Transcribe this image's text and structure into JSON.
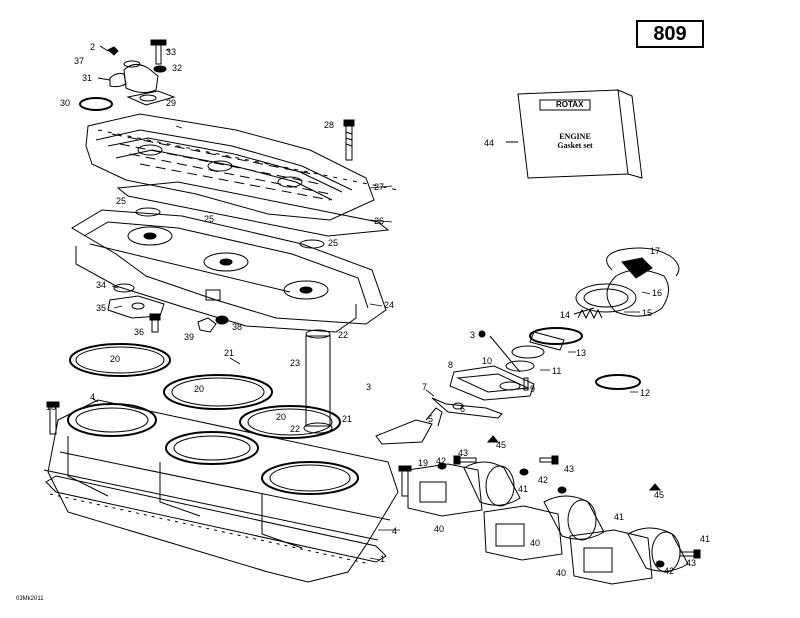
{
  "page_number": "809",
  "footer_code": "03Mk2011",
  "gasket_set": {
    "brand": "ROTAX",
    "line1": "ENGINE",
    "line2": "Gasket set"
  },
  "part_labels": [
    {
      "id": "p2",
      "text": "2"
    },
    {
      "id": "p33",
      "text": "33"
    },
    {
      "id": "p37",
      "text": "37"
    },
    {
      "id": "p32",
      "text": "32"
    },
    {
      "id": "p31",
      "text": "31"
    },
    {
      "id": "p30",
      "text": "30"
    },
    {
      "id": "p29",
      "text": "29"
    },
    {
      "id": "p28",
      "text": "28"
    },
    {
      "id": "p27",
      "text": "27"
    },
    {
      "id": "p25a",
      "text": "25"
    },
    {
      "id": "p25b",
      "text": "25"
    },
    {
      "id": "p26",
      "text": "26"
    },
    {
      "id": "p25c",
      "text": "25"
    },
    {
      "id": "p44",
      "text": "44"
    },
    {
      "id": "p17",
      "text": "17"
    },
    {
      "id": "p16",
      "text": "16"
    },
    {
      "id": "p34",
      "text": "34"
    },
    {
      "id": "p35",
      "text": "35"
    },
    {
      "id": "p24",
      "text": "24"
    },
    {
      "id": "p15",
      "text": "15"
    },
    {
      "id": "p14",
      "text": "14"
    },
    {
      "id": "p36",
      "text": "36"
    },
    {
      "id": "p38",
      "text": "38"
    },
    {
      "id": "p39",
      "text": "39"
    },
    {
      "id": "p22a",
      "text": "22"
    },
    {
      "id": "p3a",
      "text": "3"
    },
    {
      "id": "p13",
      "text": "13"
    },
    {
      "id": "p20a",
      "text": "20"
    },
    {
      "id": "p21a",
      "text": "21"
    },
    {
      "id": "p10",
      "text": "10"
    },
    {
      "id": "p8",
      "text": "8"
    },
    {
      "id": "p23",
      "text": "23"
    },
    {
      "id": "p11",
      "text": "11"
    },
    {
      "id": "p12",
      "text": "12"
    },
    {
      "id": "p20b",
      "text": "20"
    },
    {
      "id": "p3b",
      "text": "3"
    },
    {
      "id": "p7",
      "text": "7"
    },
    {
      "id": "p9",
      "text": "9"
    },
    {
      "id": "p4a",
      "text": "4"
    },
    {
      "id": "p18",
      "text": "18"
    },
    {
      "id": "p6",
      "text": "6"
    },
    {
      "id": "p21b",
      "text": "21"
    },
    {
      "id": "p20c",
      "text": "20"
    },
    {
      "id": "p5",
      "text": "5"
    },
    {
      "id": "p22b",
      "text": "22"
    },
    {
      "id": "p45a",
      "text": "45"
    },
    {
      "id": "p43a",
      "text": "43"
    },
    {
      "id": "p19",
      "text": "19"
    },
    {
      "id": "p42a",
      "text": "42"
    },
    {
      "id": "p43b",
      "text": "43"
    },
    {
      "id": "p41a",
      "text": "41"
    },
    {
      "id": "p42b",
      "text": "42"
    },
    {
      "id": "p45b",
      "text": "45"
    },
    {
      "id": "p40a",
      "text": "40"
    },
    {
      "id": "p41b",
      "text": "41"
    },
    {
      "id": "p4b",
      "text": "4"
    },
    {
      "id": "p40b",
      "text": "40"
    },
    {
      "id": "p1",
      "text": "1"
    },
    {
      "id": "p41c",
      "text": "41"
    },
    {
      "id": "p42c",
      "text": "42"
    },
    {
      "id": "p43c",
      "text": "43"
    },
    {
      "id": "p40c",
      "text": "40"
    }
  ]
}
